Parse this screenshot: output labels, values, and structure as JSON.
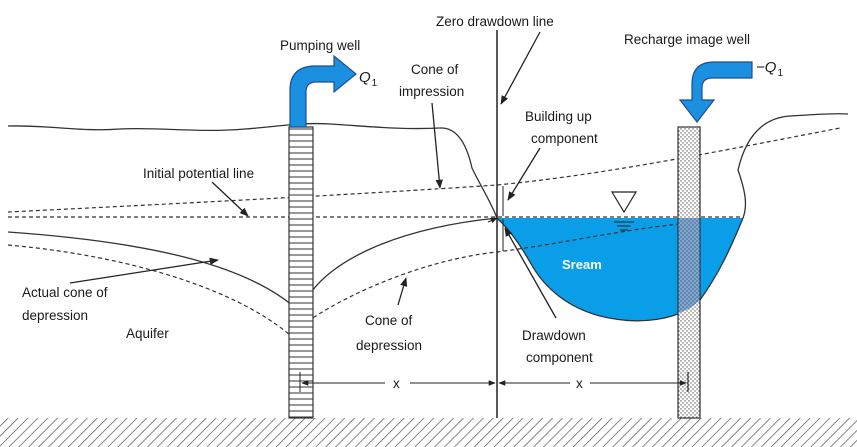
{
  "colors": {
    "water": "#0b9ee8",
    "water_dark": "#1a5ea8",
    "arrow": "#1b8fe0",
    "arrow_stroke": "#1e4f8f",
    "line": "#333333",
    "ground": "#555555"
  },
  "labels": {
    "pumping_well": "Pumping well",
    "pumping_q": "Q",
    "pumping_q_sub": "1",
    "recharge_well": "Recharge image well",
    "recharge_q": "−Q",
    "recharge_q_sub": "1",
    "zero_drawdown": "Zero drawdown line",
    "cone_impression_1": "Cone of",
    "cone_impression_2": "impression",
    "building_up_1": "Building up",
    "building_up_2": "component",
    "initial_potential": "Initial potential line",
    "stream": "Sream",
    "actual_cone_1": "Actual cone of",
    "actual_cone_2": "depression",
    "aquifer": "Aquifer",
    "cone_depression_1": "Cone of",
    "cone_depression_2": "depression",
    "drawdown_1": "Drawdown",
    "drawdown_2": "component",
    "dist_left": "x",
    "dist_right": "x"
  },
  "icons": {
    "water_level": "water-table-triangle-icon",
    "discharge": "curved-arrow-icon"
  }
}
